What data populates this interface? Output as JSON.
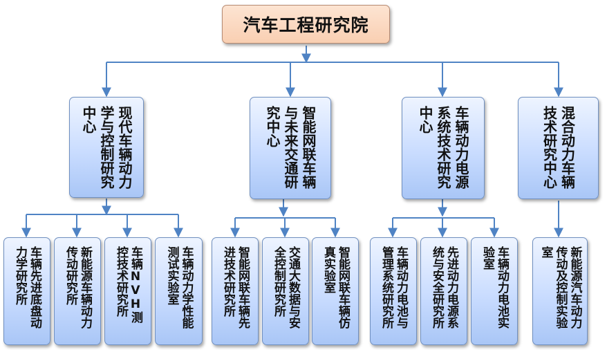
{
  "root": {
    "label": "汽车工程研究院"
  },
  "centers": [
    {
      "label": "现代车辆动力学与控制研究中心",
      "labs": [
        "车辆先进底盘动力学研究所",
        "新能源车辆动力传动研究所",
        "车辆NVH测控技术研究所",
        "车辆动力学性能测试实验室"
      ]
    },
    {
      "label": "智能网联车辆与未来交通研究中心",
      "labs": [
        "智能网联车辆先进技术研究所",
        "交通大数据与安全控制研究所",
        "智能网联车辆仿真实验室"
      ]
    },
    {
      "label": "车辆动力电源系统技术研究中心",
      "labs": [
        "车辆动力电池与管理系统研究所",
        "先进动力电源系统与安全研究所",
        "车辆动力电池实验室"
      ]
    },
    {
      "label": "混合动力车辆技术研究中心",
      "labs": [
        "新能源汽车动力传动及控制实验室"
      ]
    }
  ],
  "colors": {
    "connector": "#4f83c4",
    "root_fill": "#f9cfb2",
    "box_fill": "#c9dcff"
  }
}
